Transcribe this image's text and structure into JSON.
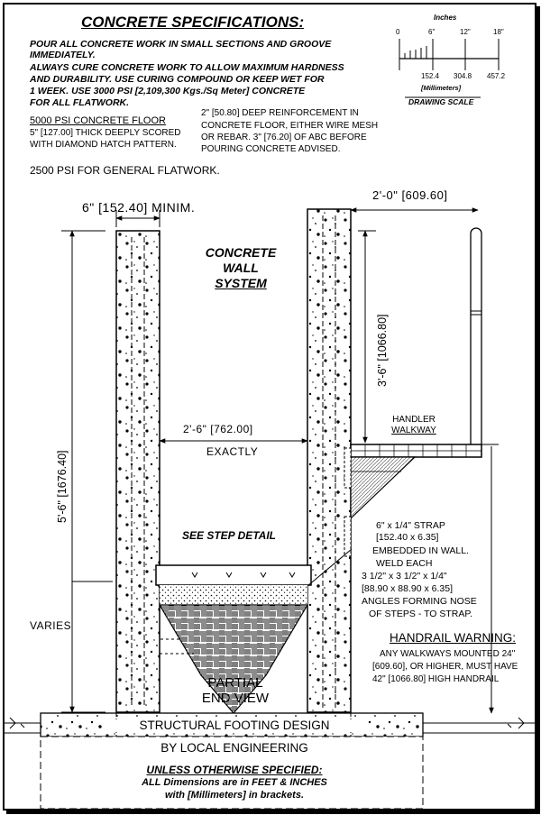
{
  "title": "CONCRETE SPECIFICATIONS:",
  "spec_lines": [
    "POUR ALL CONCRETE WORK IN SMALL SECTIONS AND GROOVE",
    "IMMEDIATELY.",
    "ALWAYS CURE CONCRETE WORK TO ALLOW MAXIMUM HARDNESS",
    "AND DURABILITY. USE CURING COMPOUND OR KEEP WET FOR",
    "1 WEEK. USE 3000 PSI [2,109,300 Kgs./Sq Meter] CONCRETE",
    "FOR ALL FLATWORK."
  ],
  "floor": {
    "heading": "5000 PSI CONCRETE FLOOR",
    "lines": [
      "5\" [127.00] THICK DEEPLY SCORED",
      "WITH DIAMOND HATCH PATTERN."
    ]
  },
  "reinforcement": [
    "2\" [50.80] DEEP REINFORCEMENT IN",
    "CONCRETE FLOOR, EITHER WIRE MESH",
    "OR REBAR.  3\" [76.20] OF ABC BEFORE",
    "POURING CONCRETE ADVISED."
  ],
  "flatwork": "2500 PSI FOR GENERAL FLATWORK.",
  "scale": {
    "units_label": "Inches",
    "ticks_in": [
      "0",
      "6\"",
      "12\"",
      "18\""
    ],
    "ticks_mm": [
      "152.4",
      "304.8",
      "457.2"
    ],
    "mm_label": "[Millimeters]",
    "caption": "DRAWING SCALE"
  },
  "dims": {
    "wall_thickness": "6\"  [152.40]  MINIM.",
    "walkway_width": "2'-0\"  [609.60]",
    "height_left": "5'-6\"  [1676.40]",
    "rail_height": "3'-6\"  [1066.80]",
    "gap": "2'-6\"  [762.00]",
    "gap_note": "EXACTLY",
    "varies": "VARIES"
  },
  "system_label": [
    "CONCRETE",
    "WALL",
    "SYSTEM"
  ],
  "handler": [
    "HANDLER",
    "WALKWAY"
  ],
  "step_detail": "SEE STEP DETAIL",
  "strap_note": [
    "6\" x 1/4\" STRAP",
    "[152.40 x 6.35]",
    "EMBEDDED IN WALL.",
    "WELD EACH",
    "3 1/2\" x 3 1/2\" x 1/4\"",
    "[88.90 x 88.90 x 6.35]",
    "ANGLES FORMING NOSE",
    "OF STEPS - TO STRAP."
  ],
  "handrail": {
    "heading": "HANDRAIL WARNING:",
    "lines": [
      "ANY WALKWAYS MOUNTED 24\"",
      "[609.60], OR HIGHER, MUST HAVE",
      "42\"  [1066.80] HIGH HANDRAIL"
    ]
  },
  "partial": [
    "PARTIAL",
    "END VIEW"
  ],
  "footing": [
    "STRUCTURAL FOOTING DESIGN",
    "BY LOCAL ENGINEERING"
  ],
  "unless": {
    "heading": "UNLESS OTHERWISE SPECIFIED:",
    "lines": [
      "ALL Dimensions are in FEET & INCHES",
      "with [Millimeters] in brackets."
    ]
  }
}
